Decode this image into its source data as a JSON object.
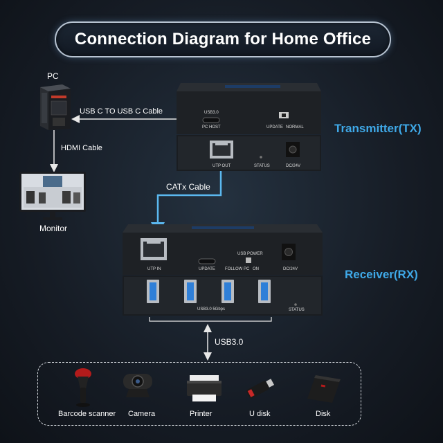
{
  "title": "Connection Diagram for Home Office",
  "pc": {
    "label": "PC"
  },
  "monitor": {
    "label": "Monitor"
  },
  "cables": {
    "usb_c": "USB C TO USB C Cable",
    "hdmi": "HDMI Cable",
    "catx": "CATx Cable",
    "usb3": "USB3.0"
  },
  "transmitter": {
    "label": "Transmitter(TX)",
    "top_panel": {
      "port_badge": "USB3.0",
      "port_label": "PC HOST",
      "switch_left": "UPDATE",
      "switch_right": "NORMAL"
    },
    "front_panel": {
      "rj45_label": "UTP OUT",
      "status_label": "STATUS",
      "power_label": "DC/24V"
    }
  },
  "receiver": {
    "label": "Receiver(RX)",
    "top_panel": {
      "rj45_label": "UTP IN",
      "update_label": "UPDATE",
      "usb_power_label": "USB POWER",
      "follow_label": "FOLLOW PC",
      "on_label": "ON",
      "power_label": "DC/24V"
    },
    "front_panel": {
      "ports_label": "USB3.0 5Gbps",
      "status_label": "STATUS"
    }
  },
  "devices": [
    {
      "label": "Barcode scanner",
      "icon": "barcode-scanner-icon"
    },
    {
      "label": "Camera",
      "icon": "webcam-icon"
    },
    {
      "label": "Printer",
      "icon": "printer-icon"
    },
    {
      "label": "U disk",
      "icon": "usb-drive-icon"
    },
    {
      "label": "Disk",
      "icon": "hard-disk-icon"
    }
  ],
  "colors": {
    "accent_blue": "#3fa9e8",
    "cable_blue": "#5bb8ef",
    "arrow_white": "#e8e8e8"
  }
}
